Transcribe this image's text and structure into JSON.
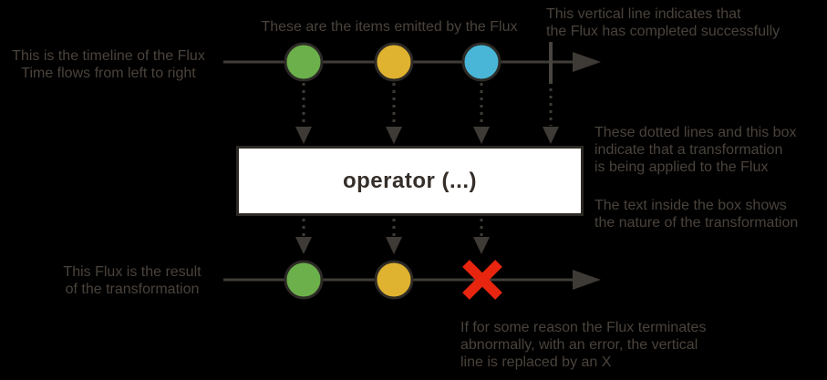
{
  "colors": {
    "background": "#000000",
    "annotation_text": "#4a433c",
    "timeline_gray": "#403c37",
    "item_green": "#6bb04b",
    "item_yellow": "#dfb22f",
    "item_blue": "#49b6d7",
    "error_red": "#e8250f",
    "operator_box_fill": "#ffffff",
    "operator_box_border": "#2d2a26",
    "operator_text": "#352e29"
  },
  "operator": {
    "label": "operator (...)"
  },
  "annotations": {
    "items_emitted": "These are the items emitted by the Flux",
    "completion": "This vertical line indicates that\nthe Flux has completed successfully",
    "timeline": "This is the timeline of the Flux\nTime flows from left to right",
    "transformation": "These dotted lines and this box\nindicate that a transformation\nis being applied to the Flux",
    "box_meaning": "The text inside the box shows\nthe nature of the transformation",
    "result": "This Flux is the result\nof the transformation",
    "error": "If for some reason the Flux terminates\nabnormally, with an error, the vertical\nline is replaced by an X"
  }
}
